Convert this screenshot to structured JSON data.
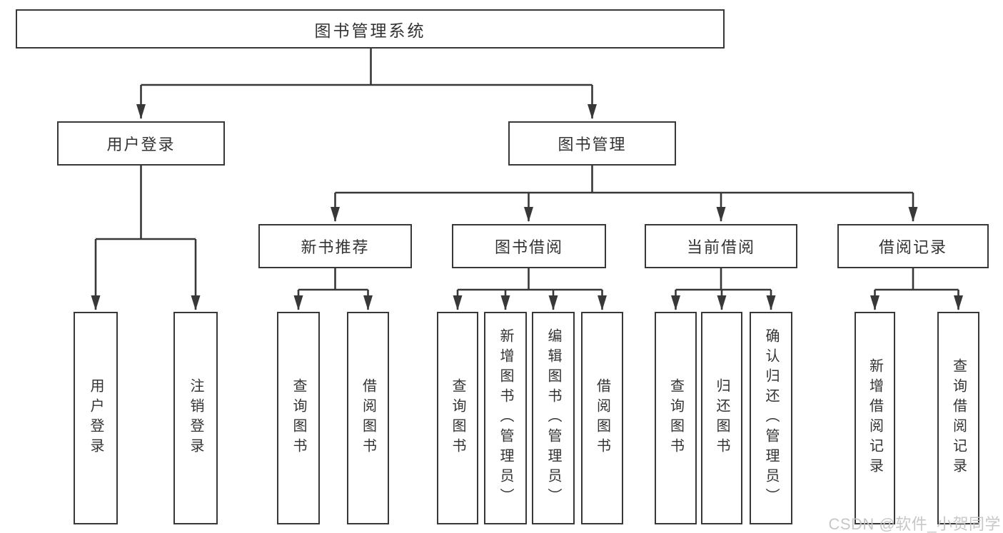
{
  "diagram": {
    "type": "tree",
    "colors": {
      "line": "#383838",
      "text": "#333333",
      "background": "#ffffff",
      "watermark": "#c3c3c3"
    },
    "watermark": "CSDN @软件_小贺同学",
    "tree": {
      "label": "图书管理系统",
      "children": [
        {
          "label": "用户登录",
          "children": [
            {
              "label": "用户登录"
            },
            {
              "label": "注销登录"
            }
          ]
        },
        {
          "label": "图书管理",
          "children": [
            {
              "label": "新书推荐",
              "children": [
                {
                  "label": "查询图书"
                },
                {
                  "label": "借阅图书"
                }
              ]
            },
            {
              "label": "图书借阅",
              "children": [
                {
                  "label": "查询图书"
                },
                {
                  "label": "新增图书（管理员）"
                },
                {
                  "label": "编辑图书（管理员）"
                },
                {
                  "label": "借阅图书"
                }
              ]
            },
            {
              "label": "当前借阅",
              "children": [
                {
                  "label": "查询图书"
                },
                {
                  "label": "归还图书"
                },
                {
                  "label": "确认归还（管理员）"
                }
              ]
            },
            {
              "label": "借阅记录",
              "children": [
                {
                  "label": "新增借阅记录"
                },
                {
                  "label": "查询借阅记录"
                }
              ]
            }
          ]
        }
      ]
    }
  }
}
